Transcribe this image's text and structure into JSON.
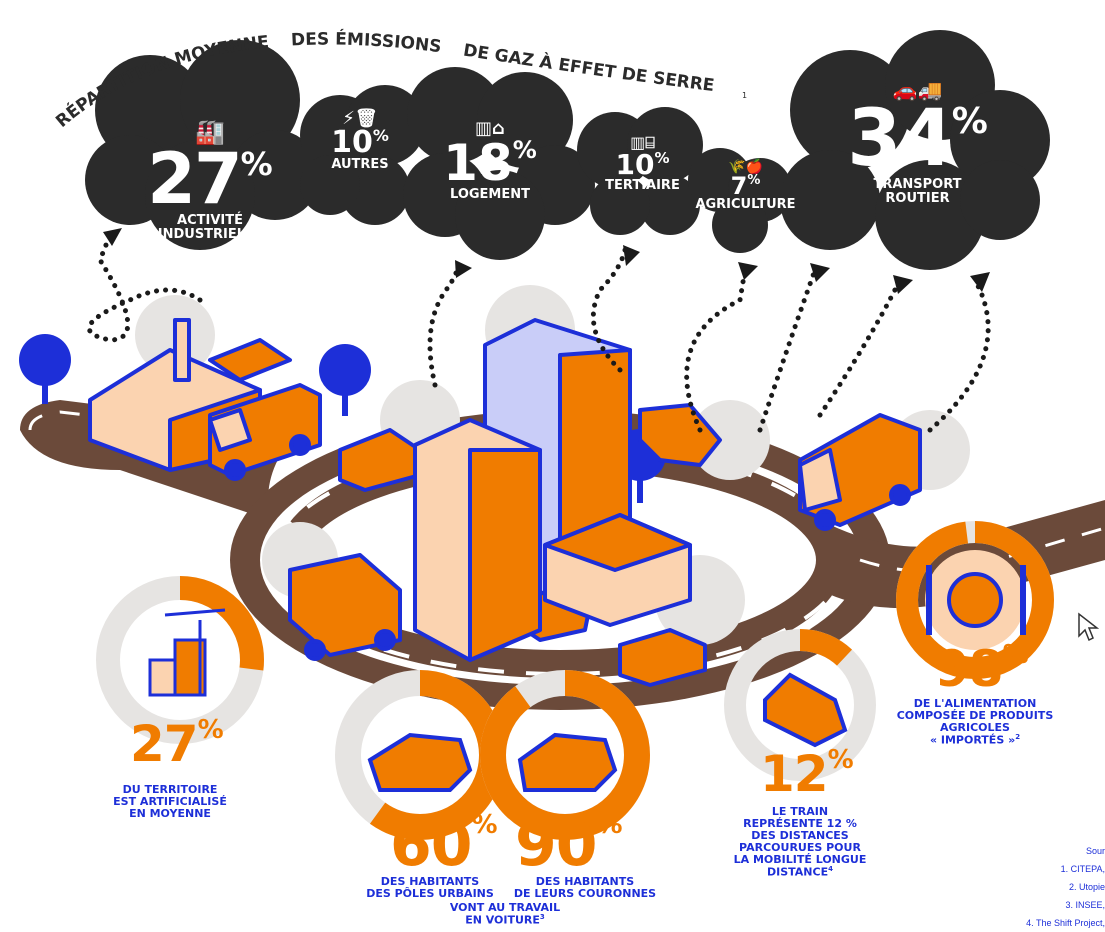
{
  "title": {
    "part1": "RÉPARTITION MOYENNE",
    "part2": "DES ÉMISSIONS",
    "part3": "DE GAZ À EFFET DE SERRE",
    "footnote": "1"
  },
  "emissions": [
    {
      "value": "27",
      "unit": "%",
      "label_line1": "ACTIVITÉ",
      "label_line2": "INDUSTRIELLE",
      "icon": "factory-icon"
    },
    {
      "value": "10",
      "unit": "%",
      "label_line1": "AUTRES",
      "label_line2": "",
      "icon": "energy-trash-icon"
    },
    {
      "value": "18",
      "unit": "%",
      "label_line1": "LOGEMENT",
      "label_line2": "",
      "icon": "radiator-house-icon"
    },
    {
      "value": "10",
      "unit": "%",
      "label_line1": "TERTIAIRE",
      "label_line2": "",
      "icon": "radiator-desk-icon"
    },
    {
      "value": "7",
      "unit": "%",
      "label_line1": "AGRICULTURE",
      "label_line2": "",
      "icon": "wheat-apple-icon"
    },
    {
      "value": "34",
      "unit": "%",
      "label_line1": "TRANSPORT",
      "label_line2": "ROUTIER",
      "icon": "car-truck-icon"
    }
  ],
  "stats": [
    {
      "value": "27",
      "unit": "%",
      "lines": [
        "DU TERRITOIRE",
        "EST ARTIFICIALISÉ",
        "EN MOYENNE"
      ],
      "fraction": 0.27,
      "icon": "crane-building-icon"
    },
    {
      "value": "60",
      "unit": "%",
      "lines": [
        "DES HABITANTS",
        "DES PÔLES URBAINS"
      ],
      "fraction": 0.6,
      "icon": "car-icon"
    },
    {
      "value": "90",
      "unit": "%",
      "lines": [
        "DES HABITANTS",
        "DE LEURS COURONNES"
      ],
      "fraction": 0.9,
      "icon": "car-icon"
    },
    {
      "value": "12",
      "unit": "%",
      "lines": [
        "LE TRAIN",
        "REPRÉSENTE 12 %",
        "DES DISTANCES",
        "PARCOURUES POUR",
        "LA MOBILITÉ LONGUE",
        "DISTANCE"
      ],
      "footnote": "4",
      "fraction": 0.12,
      "icon": "train-icon"
    },
    {
      "value": "98",
      "unit": "%",
      "lines": [
        "DE L'ALIMENTATION",
        "COMPOSÉE DE PRODUITS",
        "AGRICOLES",
        "« IMPORTÉS »"
      ],
      "footnote": "2",
      "fraction": 0.98,
      "icon": "plate-apple-icon"
    }
  ],
  "shared_label": {
    "line1": "VONT AU TRAVAIL",
    "line2": "EN VOITURE",
    "footnote": "3"
  },
  "sources": {
    "heading": "Sour",
    "items": [
      "1. CITEPA,",
      "2. Utopie",
      "3. INSEE,",
      "4. The Shift Project,"
    ]
  },
  "colors": {
    "cloud": "#2b2b2b",
    "orange": "#f07c00",
    "blue": "#1d2fd8",
    "road": "#6b4a3a",
    "grey": "#e6e4e2"
  }
}
